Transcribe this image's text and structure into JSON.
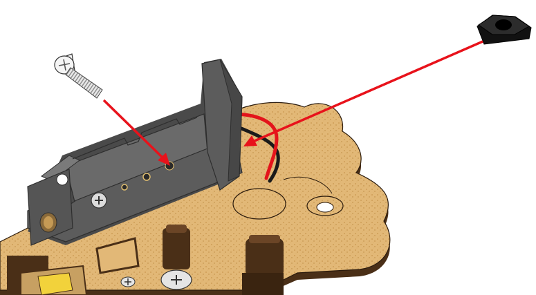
{
  "diagram": {
    "kind": "exploded assembly instruction",
    "parts": [
      {
        "name": "countersunk-screw",
        "icon": "screw-icon"
      },
      {
        "name": "hex-nut",
        "icon": "hex-nut-icon"
      },
      {
        "name": "battery-holder",
        "icon": "battery-holder-icon"
      },
      {
        "name": "cork-base-plate",
        "icon": "base-plate-icon"
      },
      {
        "name": "red-wire",
        "icon": "wire-icon"
      },
      {
        "name": "black-wire",
        "icon": "wire-icon"
      }
    ],
    "arrows": [
      {
        "name": "screw-insertion-arrow",
        "from": "countersunk-screw",
        "to": "battery-holder-hole"
      },
      {
        "name": "nut-placement-arrow",
        "from": "hex-nut",
        "to": "battery-holder-slot"
      }
    ],
    "colors": {
      "arrow": "#e8121b",
      "holder": "#5c5c5c",
      "holder_dark": "#3c3c3c",
      "cork": "#e2b877",
      "wood_edge": "#4a2f17",
      "nut": "#1e1e1e",
      "red_wire": "#e3141b",
      "black_wire": "#1a1a1a"
    }
  }
}
